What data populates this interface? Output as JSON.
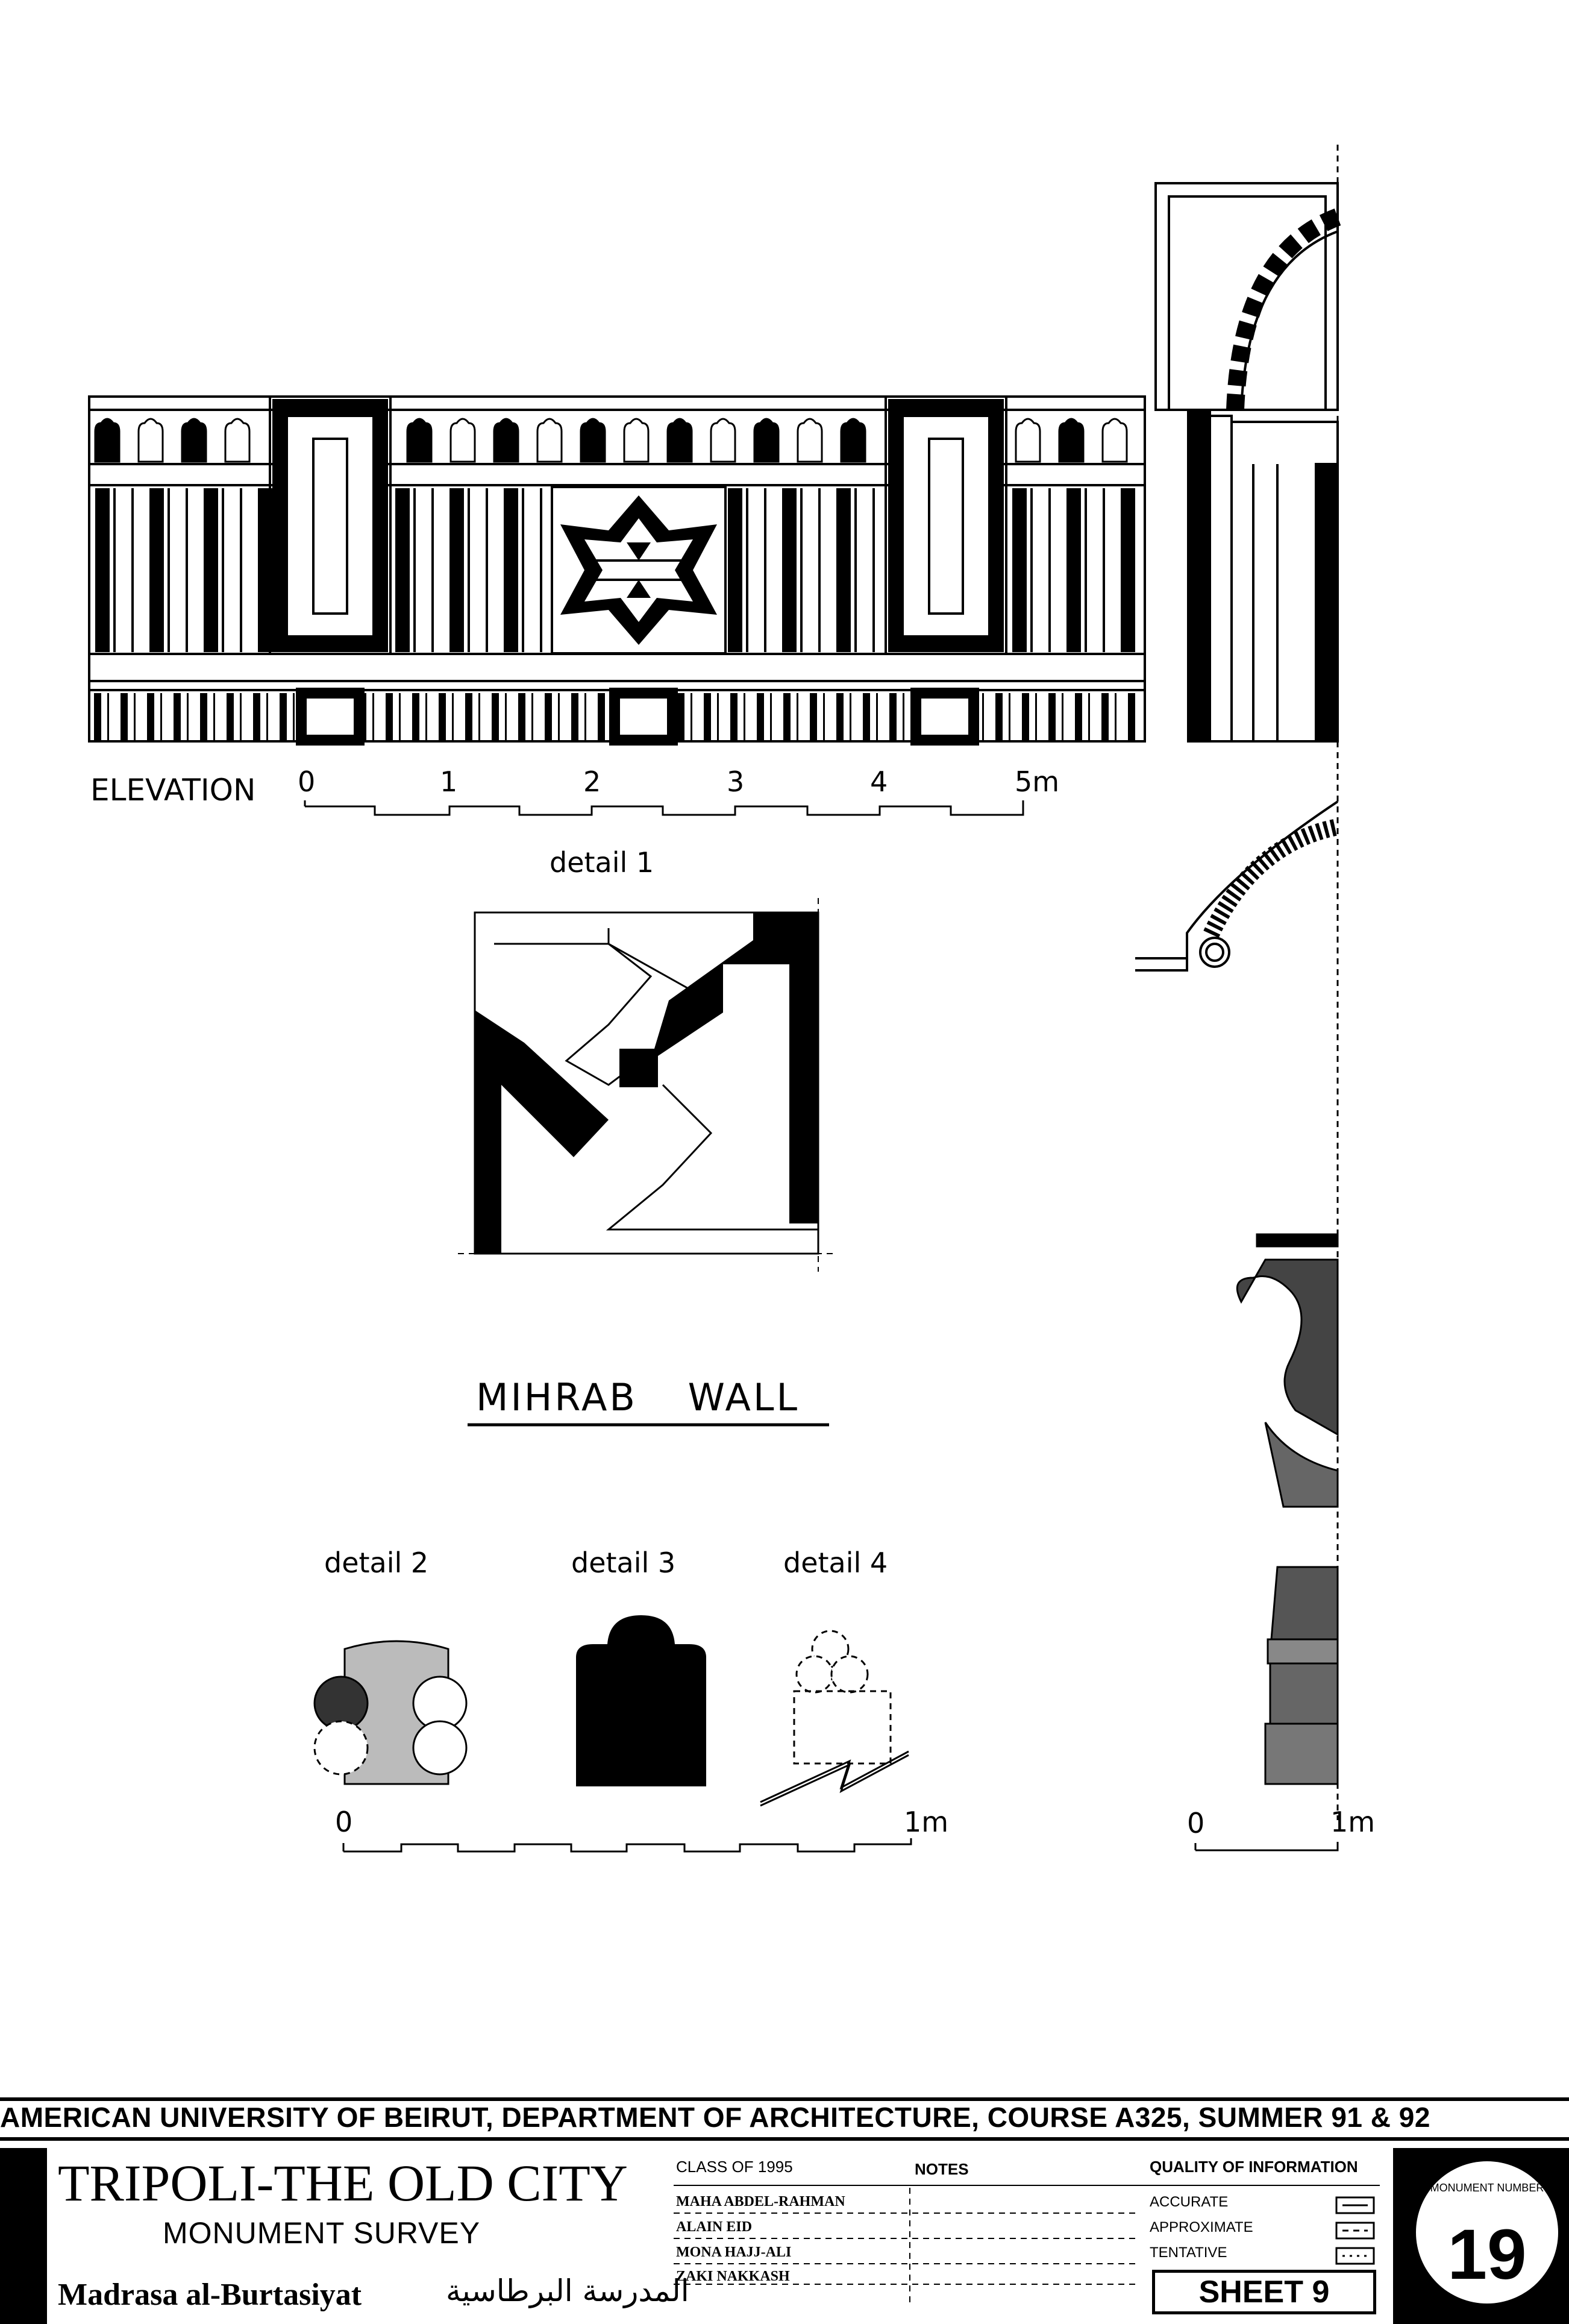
{
  "drawing": {
    "elevation_label": "ELEVATION",
    "main_scale_ticks": [
      "0",
      "1",
      "2",
      "3",
      "4",
      "5m"
    ],
    "detail1_label": "detail 1",
    "wall_title": "MIHRAB WALL",
    "detail2_label": "detail 2",
    "detail3_label": "detail 3",
    "detail4_label": "detail 4",
    "small_scale_start": "0",
    "small_scale_end": "1m",
    "side_scale_start": "0",
    "side_scale_end": "1m"
  },
  "title_block": {
    "header": "AMERICAN UNIVERSITY OF BEIRUT,  DEPARTMENT OF ARCHITECTURE,  COURSE A325,  SUMMER 91 & 92",
    "title": "TRIPOLI-THE OLD CITY",
    "subtitle": "MONUMENT SURVEY",
    "monument_name": "Madrasa al-Burtasiyat",
    "monument_name_arabic": "المدرسة البرطاسية",
    "class_label": "CLASS OF 1995",
    "notes_label": "NOTES",
    "members": [
      "MAHA ABDEL-RAHMAN",
      "ALAIN EID",
      "MONA HAJJ-ALI",
      "ZAKI NAKKASH"
    ],
    "quality_label": "QUALITY OF INFORMATION",
    "quality_levels": [
      "ACCURATE",
      "APPROXIMATE",
      "TENTATIVE"
    ],
    "sheet": "SHEET 9",
    "monument_number_label": "MONUMENT NUMBER",
    "monument_number": "19"
  }
}
